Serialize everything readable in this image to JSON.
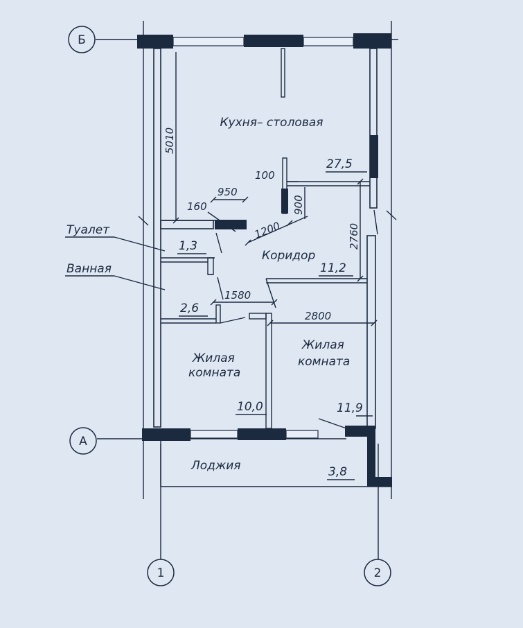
{
  "axes": {
    "top": "Б",
    "bottom": "А",
    "col_left": "1",
    "col_right": "2"
  },
  "rooms": {
    "kitchen": {
      "name": "Кухня– столовая",
      "area": "27,5"
    },
    "toilet": {
      "name": "Туалет",
      "area": "1,3"
    },
    "bath": {
      "name": "Ванная",
      "area": "2,6"
    },
    "corridor": {
      "name": "Коридор",
      "area": "11,2"
    },
    "living_left": {
      "name_line1": "Жилая",
      "name_line2": "комната",
      "area": "10,0"
    },
    "living_right": {
      "name_line1": "Жилая",
      "name_line2": "комната",
      "area": "11,9"
    },
    "loggia": {
      "name": "Лоджия",
      "area": "3,8"
    }
  },
  "dimensions": {
    "kitchen_depth": "5010",
    "d100": "100",
    "d950": "950",
    "d160": "160",
    "d900": "900",
    "d1200": "1200",
    "corridor_depth": "2760",
    "d1580": "1580",
    "d2800": "2800"
  },
  "colors": {
    "paper": "#dfe7f2",
    "ink": "#1c2a40"
  }
}
